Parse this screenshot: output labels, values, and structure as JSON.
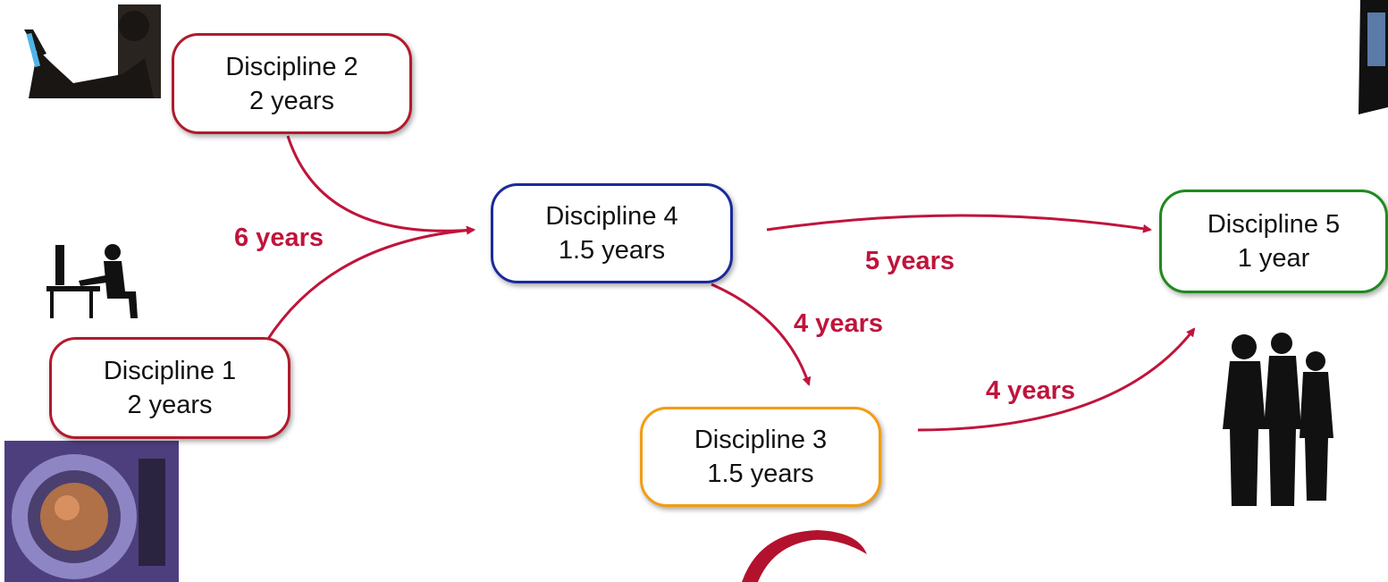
{
  "colors": {
    "arrow": "#c0143c",
    "label": "#c0143c",
    "discipline1_border": "#b3192c",
    "discipline2_border": "#b3192c",
    "discipline3_border": "#f39c12",
    "discipline4_border": "#1a2a9c",
    "discipline5_border": "#1e8a1e"
  },
  "nodes": {
    "discipline1": {
      "name": "Discipline 1",
      "duration": "2 years"
    },
    "discipline2": {
      "name": "Discipline 2",
      "duration": "2 years"
    },
    "discipline3": {
      "name": "Discipline 3",
      "duration": "1.5 years"
    },
    "discipline4": {
      "name": "Discipline 4",
      "duration": "1.5 years"
    },
    "discipline5": {
      "name": "Discipline 5",
      "duration": "1 year"
    }
  },
  "edges": [
    {
      "from": "discipline1",
      "to": "discipline4",
      "label": ""
    },
    {
      "from": "discipline2",
      "to": "discipline4",
      "label": "6 years"
    },
    {
      "from": "discipline4",
      "to": "discipline5",
      "label": "5 years"
    },
    {
      "from": "discipline4",
      "to": "discipline3",
      "label": "4 years"
    },
    {
      "from": "discipline3",
      "to": "discipline5",
      "label": "4 years"
    }
  ],
  "images": [
    {
      "icon": "scientist-silhouette-icon"
    },
    {
      "icon": "computer-user-silhouette-icon"
    },
    {
      "icon": "laboratory-equipment-photo"
    },
    {
      "icon": "smartphone-photo"
    },
    {
      "icon": "business-people-silhouette-icon"
    },
    {
      "icon": "red-swoosh-logo"
    }
  ]
}
